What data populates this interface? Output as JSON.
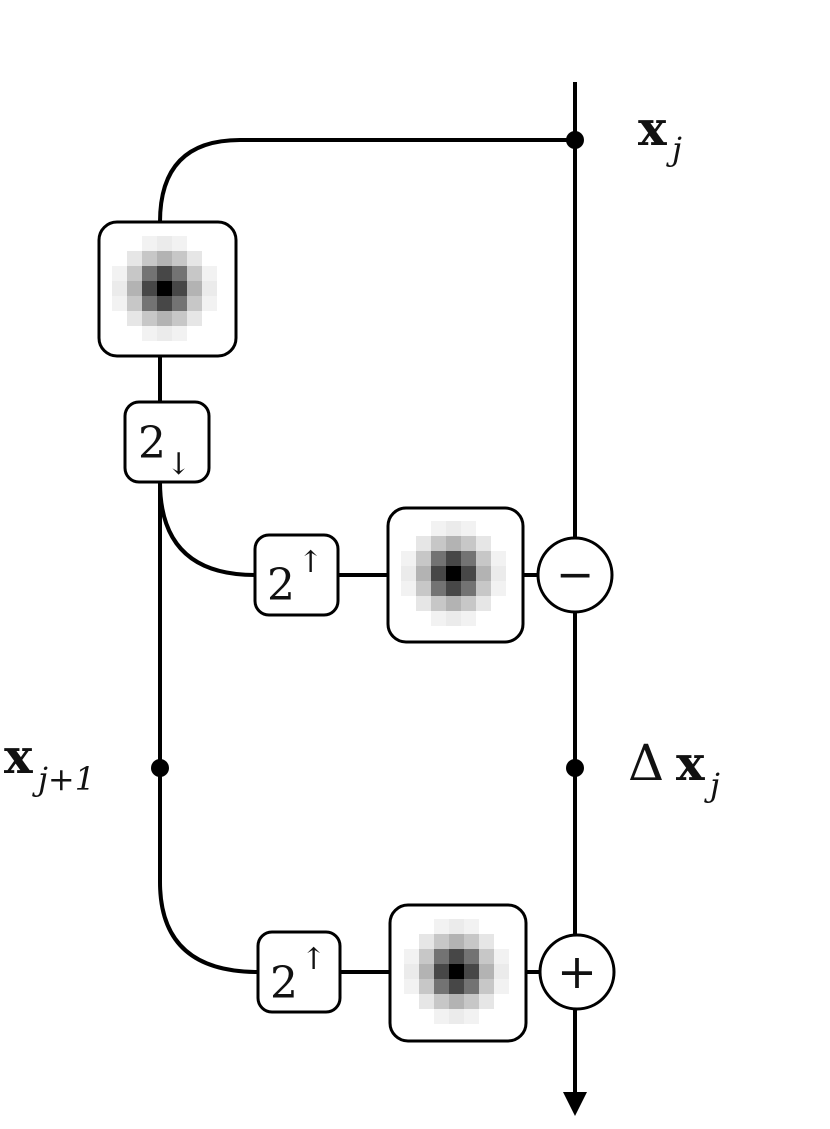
{
  "labels": {
    "xj_top": {
      "base": "x",
      "sub": "j"
    },
    "xj1_left": {
      "base": "x",
      "sub": "j+1"
    },
    "dxj_right": {
      "prefix": "Δ",
      "base": "x",
      "sub": "j"
    }
  },
  "blocks": {
    "downsample": {
      "base": "2",
      "arrow": "↓"
    },
    "upsample_1": {
      "base": "2",
      "arrow": "↑"
    },
    "upsample_2": {
      "base": "2",
      "arrow": "↑"
    }
  },
  "operators": {
    "subtract": "−",
    "add": "+"
  },
  "kernel": {
    "grid_size": 7,
    "values": [
      [
        0.0,
        0.0,
        0.05,
        0.08,
        0.05,
        0.0,
        0.0
      ],
      [
        0.0,
        0.1,
        0.22,
        0.3,
        0.22,
        0.1,
        0.0
      ],
      [
        0.05,
        0.22,
        0.55,
        0.72,
        0.55,
        0.22,
        0.05
      ],
      [
        0.08,
        0.3,
        0.72,
        1.0,
        0.72,
        0.3,
        0.08
      ],
      [
        0.05,
        0.22,
        0.55,
        0.72,
        0.55,
        0.22,
        0.05
      ],
      [
        0.0,
        0.1,
        0.22,
        0.3,
        0.22,
        0.1,
        0.0
      ],
      [
        0.0,
        0.0,
        0.05,
        0.08,
        0.05,
        0.0,
        0.0
      ]
    ]
  },
  "colors": {
    "line": "#000000",
    "box_fill": "#ffffff"
  }
}
